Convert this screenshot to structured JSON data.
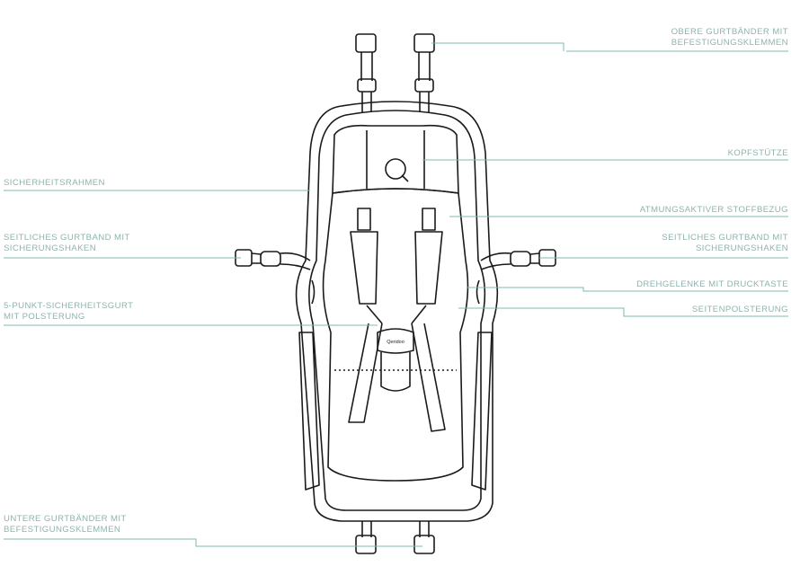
{
  "brand": "Qeridoo",
  "colors": {
    "leader_line": "#7fb8b0",
    "label_text": "#8fb3ad",
    "drawing": "#1a1a1a"
  },
  "labels": {
    "upper_straps": [
      "OBERE GURTBÄNDER MIT",
      "BEFESTIGUNGSKLEMMEN"
    ],
    "headrest": "KOPFSTÜTZE",
    "fabric_cover": "ATMUNGSAKTIVER STOFFBEZUG",
    "side_strap_right": [
      "SEITLICHES GURTBAND MIT",
      "SICHERUNGSHAKEN"
    ],
    "swivel_joints": "DREHGELENKE MIT DRUCKTASTE",
    "side_padding": "SEITENPOLSTERUNG",
    "safety_frame": "SICHERHEITSRAHMEN",
    "side_strap_left": [
      "SEITLICHES GURTBAND MIT",
      "SICHERUNGSHAKEN"
    ],
    "harness": [
      "5-PUNKT-SICHERHEITSGURT",
      "MIT POLSTERUNG"
    ],
    "lower_straps": [
      "UNTERE GURTBÄNDER MIT",
      "BEFESTIGUNGSKLEMMEN"
    ]
  }
}
